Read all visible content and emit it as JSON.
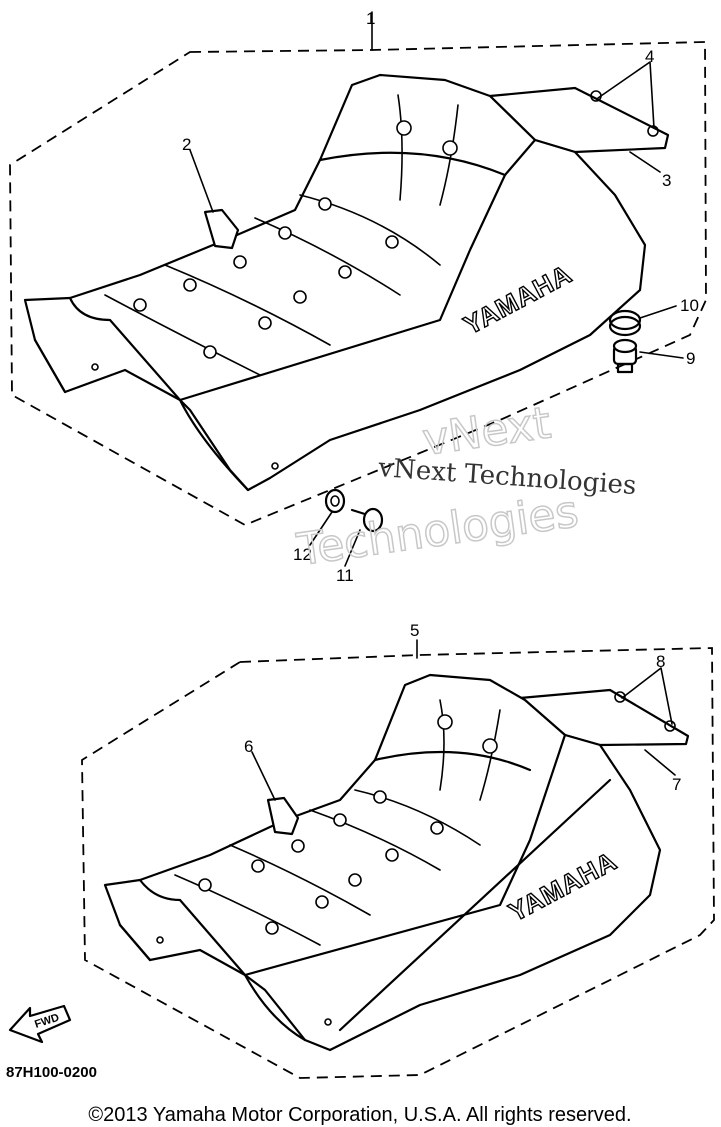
{
  "callouts": {
    "c1": "1",
    "c2": "2",
    "c3": "3",
    "c4": "4",
    "c5": "5",
    "c6": "6",
    "c7": "7",
    "c8": "8",
    "c9": "9",
    "c10": "10",
    "c11": "11",
    "c12": "12"
  },
  "brand_top": "YAMAHA",
  "brand_bottom": "YAMAHA",
  "watermark_line": "vNext Technologies",
  "watermark_outline_1": "vNext",
  "watermark_outline_2": "Technologies",
  "fwd_label": "FWD",
  "diagram_code": "87H100-0200",
  "copyright": "©2013 Yamaha Motor Corporation, U.S.A. All rights reserved."
}
